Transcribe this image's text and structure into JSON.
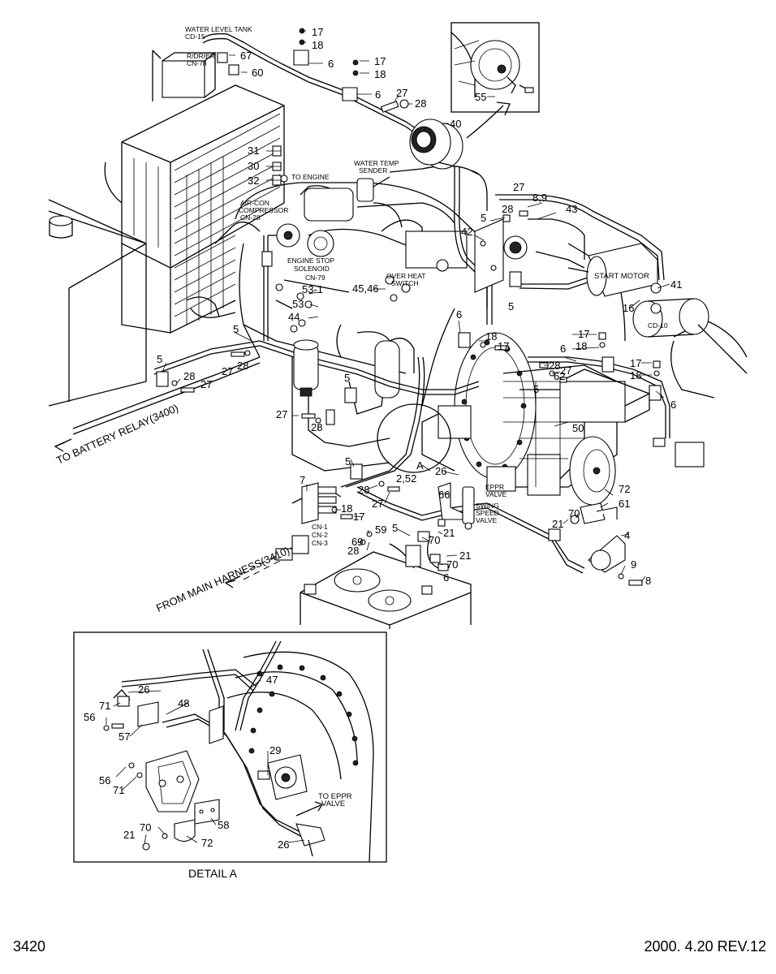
{
  "callouts": {
    "c17a": "17",
    "c18a": "18",
    "c6a": "6",
    "c67": "67",
    "c60": "60",
    "c17b": "17",
    "c18b": "18",
    "c6b": "6",
    "c27a": "27",
    "c28a": "28",
    "c40": "40",
    "c55": "55",
    "c31": "31",
    "c30": "30",
    "c32": "32",
    "c27b": "27",
    "c89": "8,9",
    "c43": "43",
    "c5a": "5",
    "c28b": "28",
    "c42": "42",
    "c4546": "45,46",
    "c531": "53-1",
    "c53": "53",
    "c44": "44",
    "c41": "41",
    "c16": "16",
    "c5b": "5",
    "c6c": "6",
    "c18c": "18",
    "c17c": "17",
    "c17d": "17",
    "c18d": "18",
    "c6d": "6",
    "c28c": "28",
    "c62": "62",
    "c27c": "27",
    "c5c": "5",
    "c17e": "17",
    "c18e": "18",
    "c6e": "6",
    "c5d": "5",
    "c27d": "27",
    "c28d": "28",
    "c5e": "5",
    "c28e": "28",
    "c27e": "27",
    "c27f": "27",
    "c28f": "28",
    "c5f": "5",
    "c50": "50",
    "c5g": "5",
    "c252": "2,52",
    "cA": "A",
    "c26a": "26",
    "c7": "7",
    "c28g": "28",
    "c27g": "27",
    "c66": "66",
    "c72a": "72",
    "c61": "61",
    "c18f": "18",
    "c17f": "17",
    "c21a": "21",
    "c70a": "70",
    "c5h": "5",
    "c59": "59",
    "c70b": "70",
    "c21b": "21",
    "c69": "69",
    "c28h": "28",
    "c21c": "21",
    "c70c": "70",
    "c6f": "6",
    "c4": "4",
    "c9": "9",
    "c8": "8",
    "d47": "47",
    "d26a": "26",
    "d48": "48",
    "d71a": "71",
    "d56a": "56",
    "d57": "57",
    "d29": "29",
    "d56b": "56",
    "d71b": "71",
    "d58": "58",
    "d21": "21",
    "d70": "70",
    "d72": "72",
    "d26b": "26"
  },
  "labels": {
    "water_level_tank": "WATER LEVEL TANK",
    "cd15": "CD-15",
    "rdrier": "R/DRIER",
    "cn78": "CN-78",
    "to_engine": "TO ENGINE",
    "water_temp_1": "WATER TEMP",
    "water_temp_2": "SENDER",
    "aircon_1": "AIR-CON",
    "aircon_2": "COMPRESSOR",
    "cn28": "CN-28",
    "engine_stop_1": "ENGINE STOP",
    "engine_stop_2": "SOLENOID",
    "cn79": "CN-79",
    "overheat_1": "OVER HEAT",
    "overheat_2": "SWITCH",
    "start_motor": "START MOTOR",
    "cd10": "CD-10",
    "eppr_1": "EPPR",
    "eppr_2": "VALVE",
    "swing_1": "SWING",
    "swing_2": "SPEED",
    "swing_3": "VALVE",
    "cn1": "CN-1",
    "cn2": "CN-2",
    "cn3": "CN-3",
    "to_battery_relay": "TO BATTERY RELAY(3400)",
    "from_main_harness": "FROM MAIN HARNESS(3410)",
    "to_eppr_1": "TO EPPR",
    "to_eppr_2": "VALVE",
    "detail_a": "DETAIL A",
    "page_number": "3420",
    "revision": "2000. 4.20 REV.12"
  }
}
